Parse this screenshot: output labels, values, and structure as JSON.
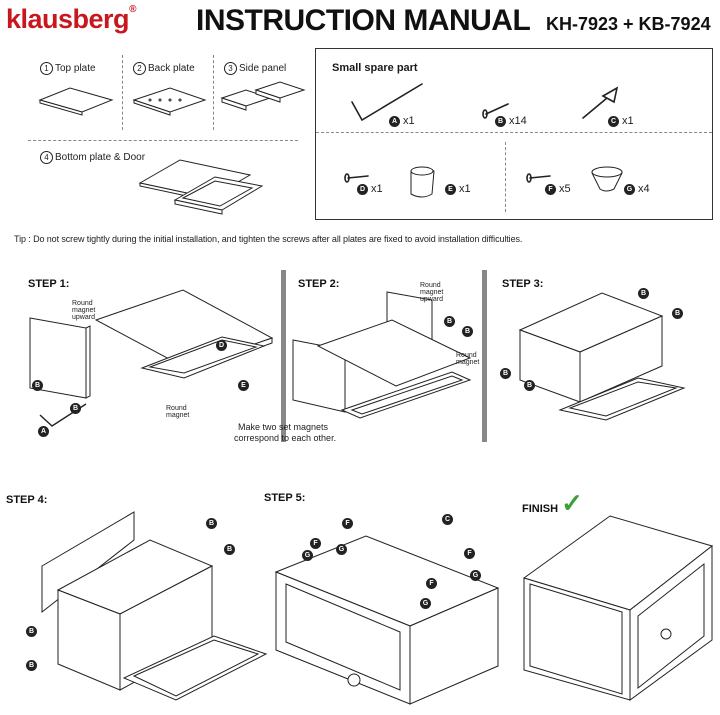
{
  "header": {
    "brand": "klausberg",
    "reg": "®",
    "title": "INSTRUCTION MANUAL",
    "models": "KH-7923 + KB-7924"
  },
  "parts": [
    {
      "num": "1",
      "label": "Top plate"
    },
    {
      "num": "2",
      "label": "Back plate"
    },
    {
      "num": "3",
      "label": "Side panel"
    },
    {
      "num": "4",
      "label": "Bottom plate & Door"
    }
  ],
  "spare": {
    "title": "Small spare part",
    "items": [
      {
        "letter": "A",
        "qty": "x1"
      },
      {
        "letter": "B",
        "qty": "x14"
      },
      {
        "letter": "C",
        "qty": "x1"
      },
      {
        "letter": "D",
        "qty": "x1"
      },
      {
        "letter": "E",
        "qty": "x1"
      },
      {
        "letter": "F",
        "qty": "x5"
      },
      {
        "letter": "G",
        "qty": "x4"
      }
    ]
  },
  "tip": "Tip : Do not screw tightly during the initial installation, and tighten the screws after all plates are fixed to avoid installation difficulties.",
  "steps": {
    "s1": "STEP 1:",
    "s2": "STEP 2:",
    "s3": "STEP 3:",
    "s4": "STEP 4:",
    "s5": "STEP 5:",
    "finish": "FINISH"
  },
  "notes": {
    "magnet_up": "Round magnet upward",
    "magnet": "Round magnet",
    "magnet_up2": "Round magnet upward",
    "magnet2": "Round magnet",
    "two_sets_1": "Make two set magnets",
    "two_sets_2": "correspond to each other."
  },
  "colors": {
    "brand": "#c8181e",
    "check": "#3aa13a"
  }
}
